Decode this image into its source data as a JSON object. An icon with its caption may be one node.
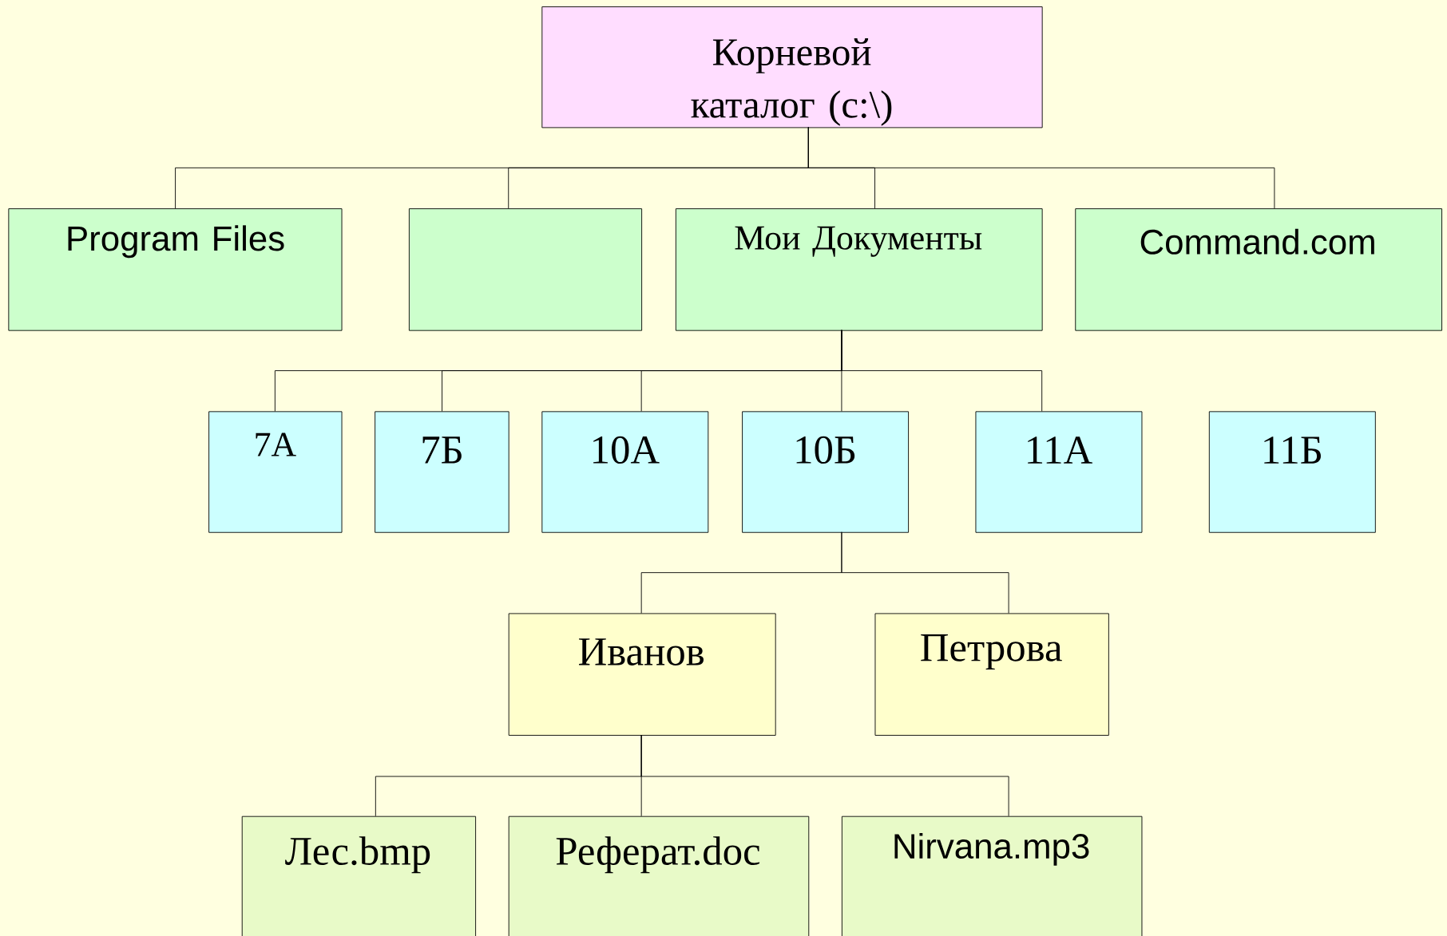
{
  "diagram": {
    "nodes": [
      {
        "text": [
          "Корневой каталог (c:\\)"
        ]
      },
      {
        "text": [
          "Program Files"
        ]
      },
      {
        "text": [],
        "shape": "box"
      },
      {
        "text": [
          "Мои Документы"
        ]
      },
      {
        "text": [
          "Command.com"
        ]
      },
      {
        "text": [
          "7А"
        ]
      },
      {
        "text": [
          "7Б"
        ]
      },
      {
        "text": [
          "10А"
        ]
      },
      {
        "text": [
          "10Б"
        ]
      },
      {
        "text": [
          "11А"
        ]
      },
      {
        "text": [
          "11Б"
        ]
      },
      {
        "text": [
          "Иванов"
        ]
      },
      {
        "text": [
          "Петрова"
        ]
      },
      {
        "text": [
          "Лес.bmp"
        ]
      },
      {
        "text": [
          "Реферат.doc"
        ]
      },
      {
        "text": [
          "Nirvana.mp3"
        ]
      }
    ],
    "edges": [
      {
        "from": 0,
        "to": 1,
        "arrow": "none"
      },
      {
        "from": 0,
        "to": 2,
        "arrow": "none"
      },
      {
        "from": 0,
        "to": 3,
        "arrow": "none"
      },
      {
        "from": 0,
        "to": 4,
        "arrow": "none"
      },
      {
        "from": 3,
        "to": 5,
        "arrow": "none"
      },
      {
        "from": 3,
        "to": 6,
        "arrow": "none"
      },
      {
        "from": 3,
        "to": 7,
        "arrow": "none"
      },
      {
        "from": 3,
        "to": 8,
        "arrow": "none"
      },
      {
        "from": 3,
        "to": 9,
        "arrow": "none"
      },
      {
        "from": 8,
        "to": 11,
        "arrow": "none"
      },
      {
        "from": 8,
        "to": 12,
        "arrow": "none"
      },
      {
        "from": 11,
        "to": 13,
        "arrow": "none"
      },
      {
        "from": 11,
        "to": 14,
        "arrow": "none"
      },
      {
        "from": 11,
        "to": 15,
        "arrow": "none"
      }
    ]
  }
}
